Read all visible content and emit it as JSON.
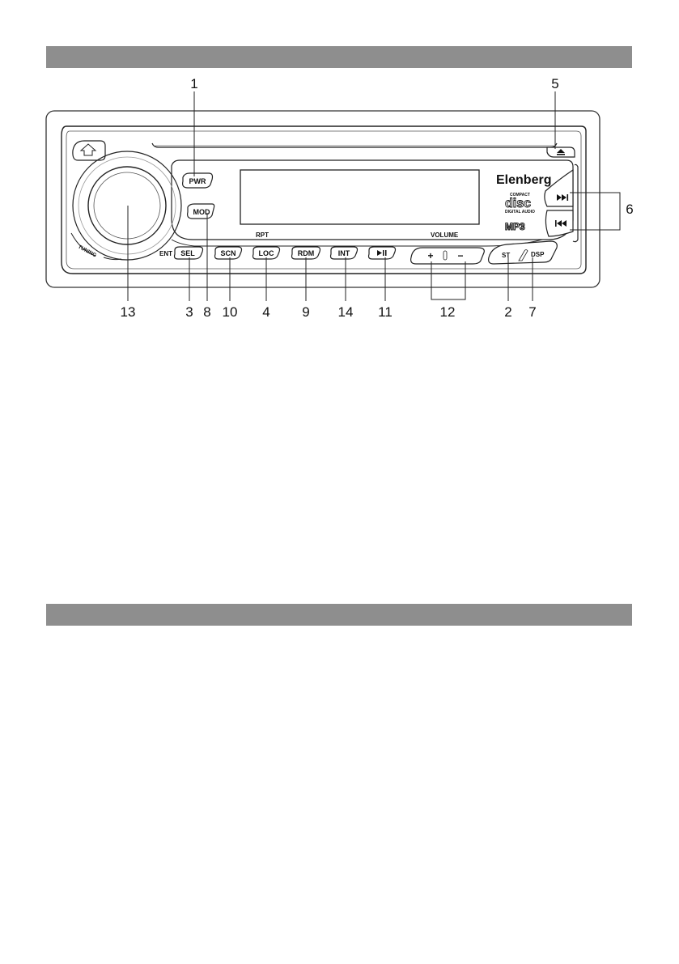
{
  "panel": {
    "brand": "Elenberg",
    "disc_logo": {
      "top": "COMPACT",
      "main": "disc",
      "bottom": "DIGITAL AUDIO"
    },
    "mp3_logo": "MP3",
    "knob_arc_label": "TUNING",
    "rpt_label": "RPT",
    "volume_label": "VOLUME",
    "ent_label": "ENT",
    "st_label": "ST",
    "buttons": {
      "pwr": "PWR",
      "mod": "MOD",
      "sel": "SEL",
      "scn": "SCN",
      "loc": "LOC",
      "rdm": "RDM",
      "int": "INT",
      "play_pause": "▶II",
      "vol_plus": "+",
      "vol_minus": "−",
      "dsp": "DSP",
      "eject": "⏏",
      "next": "▶▶|",
      "prev": "|◀◀"
    },
    "icons": {
      "release": "release-arrow-icon",
      "eject": "eject-icon",
      "next": "skip-forward-icon",
      "prev": "skip-back-icon",
      "play_pause": "play-pause-icon"
    }
  },
  "callouts": {
    "c1": "1",
    "c2": "2",
    "c3": "3",
    "c4": "4",
    "c5": "5",
    "c6": "6",
    "c7": "7",
    "c8": "8",
    "c9": "9",
    "c10": "10",
    "c11": "11",
    "c12": "12",
    "c13": "13",
    "c14": "14"
  },
  "colors": {
    "section_bar": "#8e8e8e",
    "line": "#222222",
    "background": "#ffffff"
  }
}
